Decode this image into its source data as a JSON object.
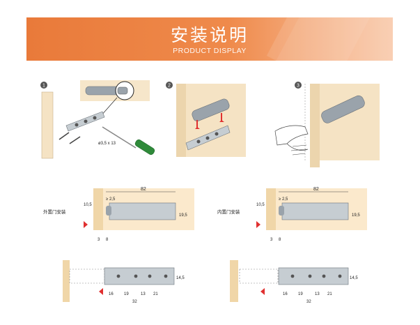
{
  "header": {
    "title_cn": "安装说明",
    "title_en": "PRODUCT DISPLAY"
  },
  "steps": [
    {
      "number": "1",
      "screw_label": "ø3,5 x 13"
    },
    {
      "number": "2"
    },
    {
      "number": "3"
    }
  ],
  "diagram_outer": {
    "side_label": "外置门安装",
    "dim_length": "82",
    "dim_gap": "≥ 2,5",
    "dim_left": "10,5",
    "dim_right": "19,5",
    "dim_bottom_a": "3",
    "dim_bottom_b": "8"
  },
  "diagram_inner": {
    "side_label": "内置门安装",
    "dim_length": "82",
    "dim_gap": "≥ 2,5",
    "dim_left": "10,5",
    "dim_right": "19,5",
    "dim_bottom_a": "3",
    "dim_bottom_b": "8"
  },
  "plate_left": {
    "dim_height": "14,5",
    "dims_row1": [
      "16",
      "19",
      "13",
      "21"
    ],
    "dim_total": "32"
  },
  "plate_right": {
    "dim_height": "14,5",
    "dims_row1": [
      "16",
      "19",
      "13",
      "21"
    ],
    "dim_total": "32"
  },
  "colors": {
    "banner": "#ef8a4b",
    "wood": "#f5e3c4",
    "arrow": "#e03030",
    "screwdriver": "#2f8a3a"
  }
}
